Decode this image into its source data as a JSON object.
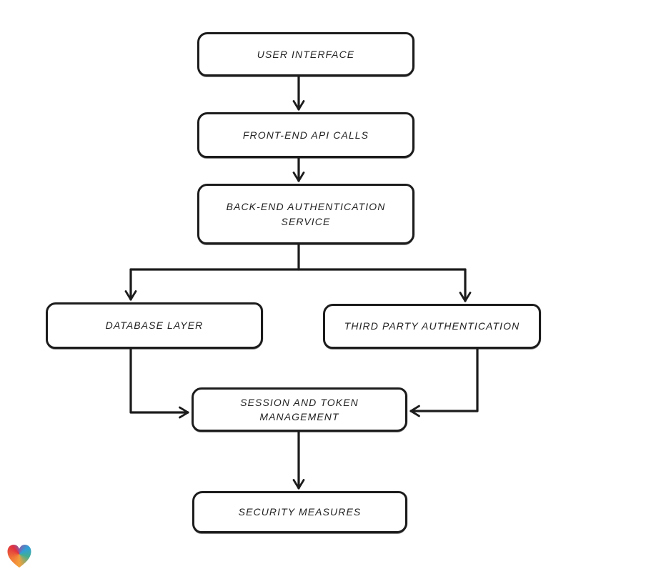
{
  "diagram": {
    "type": "flowchart",
    "background_color": "#ffffff",
    "stroke_color": "#1c1c1c",
    "node_fill_color": "#ffffff",
    "nodes": [
      {
        "id": "user-interface",
        "label": "USER INTERFACE"
      },
      {
        "id": "front-end-api-calls",
        "label": "FRONT-END API CALLS"
      },
      {
        "id": "back-end-authentication-service",
        "label": "BACK-END AUTHENTICATION SERVICE"
      },
      {
        "id": "database-layer",
        "label": "DATABASE LAYER"
      },
      {
        "id": "third-party-authentication",
        "label": "THIRD PARTY AUTHENTICATION"
      },
      {
        "id": "session-and-token-management",
        "label": "SESSION AND TOKEN MANAGEMENT"
      },
      {
        "id": "security-measures",
        "label": "SECURITY MEASURES"
      }
    ],
    "edges": [
      {
        "from": "user-interface",
        "to": "front-end-api-calls"
      },
      {
        "from": "front-end-api-calls",
        "to": "back-end-authentication-service"
      },
      {
        "from": "back-end-authentication-service",
        "to": "database-layer"
      },
      {
        "from": "back-end-authentication-service",
        "to": "third-party-authentication"
      },
      {
        "from": "database-layer",
        "to": "session-and-token-management"
      },
      {
        "from": "third-party-authentication",
        "to": "session-and-token-management"
      },
      {
        "from": "session-and-token-management",
        "to": "security-measures"
      }
    ]
  },
  "logo": {
    "name": "gradient-heart",
    "colors": [
      "#e0303f",
      "#2fa0d6",
      "#43ae90",
      "#f4a03c"
    ]
  }
}
